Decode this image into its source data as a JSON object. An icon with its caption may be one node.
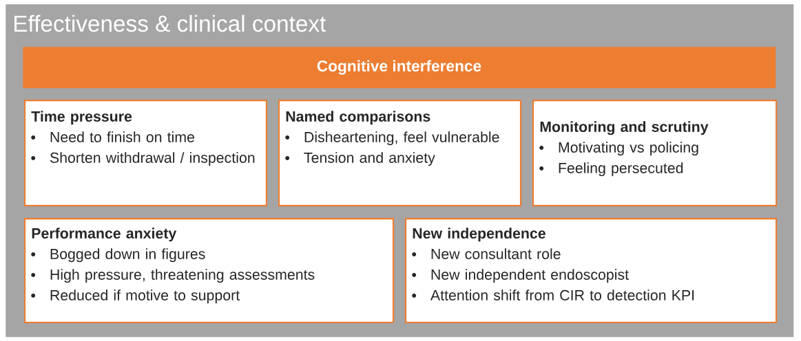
{
  "diagram": {
    "nodes": [
      {
        "text": [
          "Effectiveness & clinical context"
        ]
      },
      {
        "text": [
          "Cognitive interference"
        ],
        "in": 0
      },
      {
        "text": [
          "Time pressure",
          "Need to finish on time",
          "Shorten withdrawal / inspection"
        ],
        "in": 0
      },
      {
        "text": [
          "Named comparisons",
          "Disheartening, feel vulnerable",
          "Tension and anxiety"
        ],
        "in": 0
      },
      {
        "text": [
          "Monitoring and scrutiny",
          "Motivating vs policing",
          "Feeling persecuted"
        ],
        "in": 0
      },
      {
        "text": [
          "Performance anxiety",
          "Bogged down in figures",
          "High pressure, threatening assessments",
          "Reduced if motive to support"
        ],
        "in": 0
      },
      {
        "text": [
          "New independence",
          "New consultant role",
          "New independent endoscopist",
          "Attention shift from CIR to detection KPI"
        ],
        "in": 0
      }
    ]
  }
}
